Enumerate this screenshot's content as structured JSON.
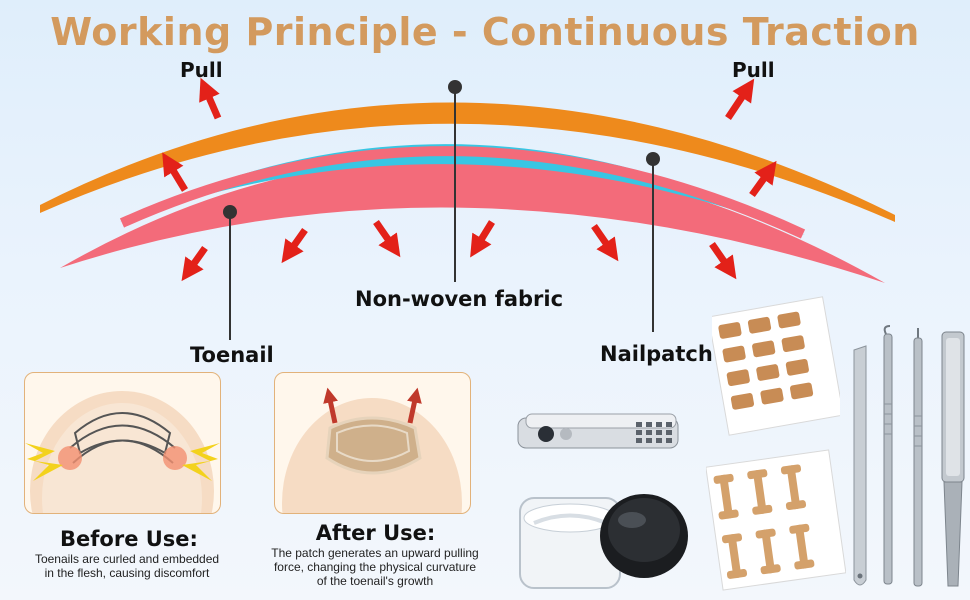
{
  "title": "Working Principle - Continuous Traction",
  "labels": {
    "pull_left": "Pull",
    "pull_right": "Pull",
    "fabric": "Non-woven fabric",
    "toenail": "Toenail",
    "nailpatch": "Nailpatch"
  },
  "before": {
    "title": "Before Use:",
    "line1": "Toenails are curled and embedded",
    "line2": "in the flesh, causing discomfort"
  },
  "after": {
    "title": "After Use:",
    "line1": "The patch generates an upward pulling",
    "line2": "force, changing the physical curvature",
    "line3": "of the toenail's growth"
  },
  "colors": {
    "title": "#d39a5e",
    "fabric_band": "#ee8a1c",
    "patch_band": "#38c6e3",
    "nail_band": "#f36b7a",
    "arrow": "#e32119"
  },
  "icons": [
    "nail-clipper-icon",
    "gel-jar-icon",
    "patch-sheet-icon",
    "file-tool-icon",
    "lifter-tool-icon"
  ]
}
